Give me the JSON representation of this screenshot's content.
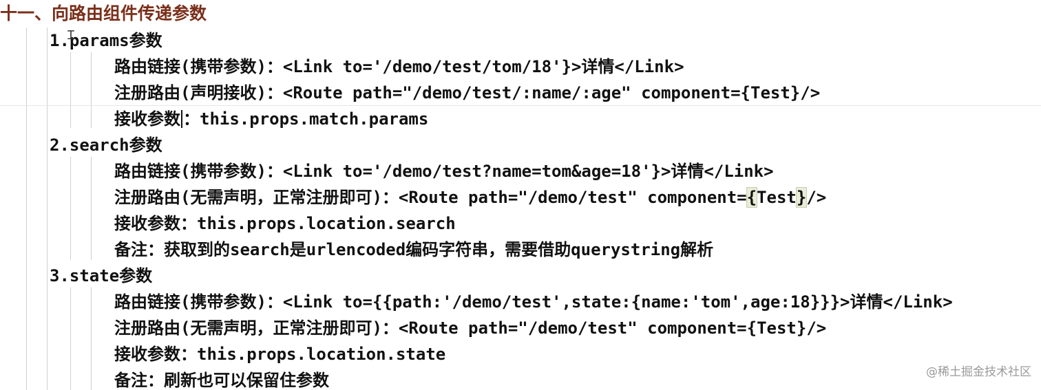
{
  "heading": "十一、向路由组件传递参数",
  "sections": [
    {
      "title": "1.params参数",
      "items": [
        {
          "text": "路由链接(携带参数)：<Link to='/demo/test/tom/18'}>详情</Link>"
        },
        {
          "text": "注册路由(声明接收)：<Route path=\"/demo/test/:name/:age\" component={Test}/>"
        },
        {
          "label": "接收参数",
          "value": "：this.props.match.params"
        }
      ]
    },
    {
      "title": "2.search参数",
      "items": [
        {
          "text": "路由链接(携带参数)：<Link to='/demo/test?name=tom&age=18'}>详情</Link>"
        },
        {
          "prefix": "注册路由(无需声明，正常注册即可)：<Route path=\"/demo/test\" component=",
          "brace_open": "{",
          "mid": "Test",
          "brace_close": "}",
          "suffix": "/>"
        },
        {
          "text": "接收参数：this.props.location.search"
        },
        {
          "text": "备注：获取到的search是urlencoded编码字符串，需要借助querystring解析"
        }
      ]
    },
    {
      "title": "3.state参数",
      "items": [
        {
          "text": "路由链接(携带参数)：<Link to={{path:'/demo/test',state:{name:'tom',age:18}}}>详情</Link>"
        },
        {
          "text": "注册路由(无需声明，正常注册即可)：<Route path=\"/demo/test\" component={Test}/>"
        },
        {
          "text": "接收参数：this.props.location.state"
        },
        {
          "text": "备注：刷新也可以保留住参数"
        }
      ]
    }
  ],
  "watermark": "@稀土掘金技术社区"
}
